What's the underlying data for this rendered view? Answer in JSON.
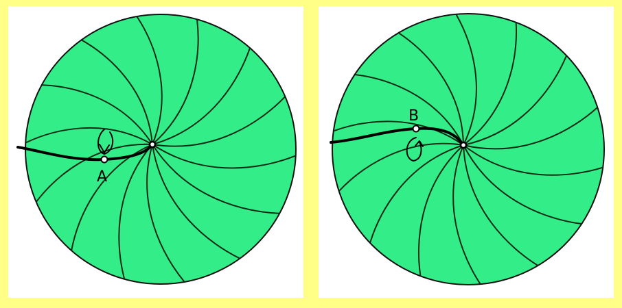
{
  "panels": [
    {
      "id": "left",
      "label": "A",
      "disk_color": "#33ee88",
      "rotation_icon": "rotation-arrow-icon"
    },
    {
      "id": "right",
      "label": "B",
      "disk_color": "#33ee88",
      "rotation_icon": "rotation-arrow-icon"
    }
  ],
  "colors": {
    "background": "#ffff88",
    "panel": "#ffffff",
    "disk": "#33ee88",
    "lines": "#0d2a14"
  }
}
